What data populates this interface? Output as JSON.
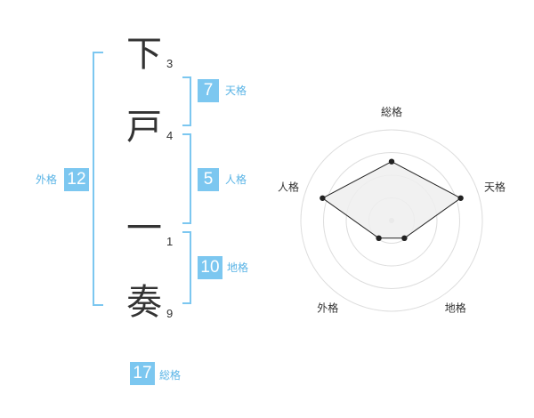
{
  "name_chars": [
    {
      "char": "下",
      "strokes": "3"
    },
    {
      "char": "戸",
      "strokes": "4"
    },
    {
      "char": "一",
      "strokes": "1"
    },
    {
      "char": "奏",
      "strokes": "9"
    }
  ],
  "fortune": {
    "tenkaku": {
      "value": "7",
      "label": "天格"
    },
    "jinkaku": {
      "value": "5",
      "label": "人格"
    },
    "chikaku": {
      "value": "10",
      "label": "地格"
    },
    "gaikaku": {
      "value": "12",
      "label": "外格"
    },
    "soukaku": {
      "value": "17",
      "label": "総格"
    }
  },
  "colors": {
    "accent": "#7cc7f0",
    "accent_text": "#5ab4e6",
    "radar_fill": "#eeeeee"
  },
  "chart_data": {
    "type": "radar",
    "axes": [
      "総格",
      "天格",
      "地格",
      "外格",
      "人格"
    ],
    "values": [
      0.65,
      0.8,
      0.24,
      0.24,
      0.8
    ],
    "range": [
      0,
      1
    ],
    "rings": 4
  }
}
